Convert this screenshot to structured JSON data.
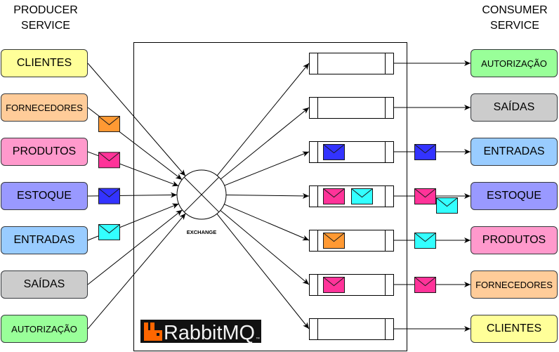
{
  "headings": {
    "producer": [
      "PRODUCER",
      "SERVICE"
    ],
    "consumer": [
      "CONSUMER",
      "SERVICE"
    ]
  },
  "producers": [
    {
      "label": "CLIENTES",
      "color": "#FFFF99",
      "messages": []
    },
    {
      "label": "FORNECEDORES",
      "color": "#FFCC99",
      "messages": [
        "#FF9933"
      ]
    },
    {
      "label": "PRODUTOS",
      "color": "#FF99CC",
      "messages": [
        "#FF3399"
      ]
    },
    {
      "label": "ESTOQUE",
      "color": "#9999FF",
      "messages": [
        "#3333FF"
      ]
    },
    {
      "label": "ENTRADAS",
      "color": "#99CCFF",
      "messages": [
        "#33FFFF"
      ]
    },
    {
      "label": "SAÍDAS",
      "color": "#CCCCCC",
      "messages": []
    },
    {
      "label": "AUTORIZAÇÃO",
      "color": "#99FF99",
      "messages": []
    }
  ],
  "exchange": {
    "label": "EXCHANGE"
  },
  "queues": [
    {
      "messages": []
    },
    {
      "messages": []
    },
    {
      "messages": [
        "#3333FF"
      ]
    },
    {
      "messages": [
        "#FF3399",
        "#33FFFF"
      ]
    },
    {
      "messages": [
        "#FF9933"
      ]
    },
    {
      "messages": [
        "#FF3399"
      ]
    },
    {
      "messages": []
    }
  ],
  "consumers": [
    {
      "label": "AUTORIZAÇÃO",
      "color": "#99FF99",
      "incoming": []
    },
    {
      "label": "SAÍDAS",
      "color": "#CCCCCC",
      "incoming": []
    },
    {
      "label": "ENTRADAS",
      "color": "#99CCFF",
      "incoming": [
        "#3333FF"
      ]
    },
    {
      "label": "ESTOQUE",
      "color": "#9999FF",
      "incoming": [
        "#FF3399",
        "#33FFFF"
      ]
    },
    {
      "label": "PRODUTOS",
      "color": "#FF99CC",
      "incoming": [
        "#33FFFF"
      ]
    },
    {
      "label": "FORNECEDORES",
      "color": "#FFCC99",
      "incoming": [
        "#FF3399"
      ]
    },
    {
      "label": "CLIENTES",
      "color": "#FFFF99",
      "incoming": []
    }
  ],
  "logo": {
    "text": "RabbitMQ",
    "trademark": "™",
    "icon": "rabbitmq-icon",
    "icon_color": "#FF6600",
    "text_color": "#F2F2F2",
    "background": "#111111"
  }
}
